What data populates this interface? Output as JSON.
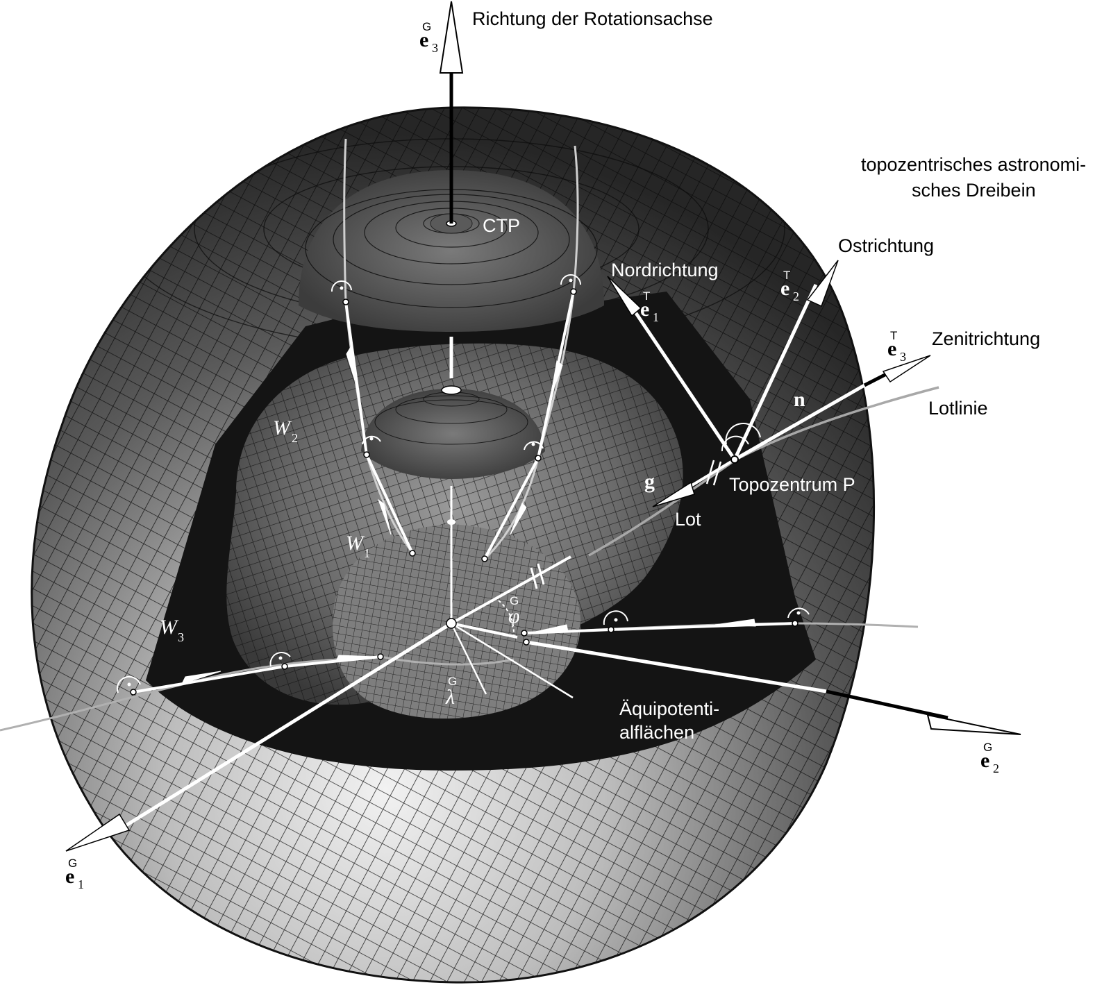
{
  "labels": {
    "rotation_axis": "Richtung der Rotationsachse",
    "ctp": "CTP",
    "triad_line1": "topozentrisches astronomi-",
    "triad_line2": "sches Dreibein",
    "east": "Ostrichtung",
    "north": "Nordrichtung",
    "zenith": "Zenitrichtung",
    "plumb_line": "Lotlinie",
    "topocenter": "Topozentrum P",
    "plumb": "Lot",
    "equipotential_line1": "Äquipotenti-",
    "equipotential_line2": "alflächen"
  },
  "vectors": {
    "n": "n",
    "g": "g"
  },
  "surfaces": {
    "w1": {
      "letter": "W",
      "index": "1"
    },
    "w2": {
      "letter": "W",
      "index": "2"
    },
    "w3": {
      "letter": "W",
      "index": "3"
    }
  },
  "axes": {
    "ge1": {
      "sup": "G",
      "letter": "e",
      "sub": "1"
    },
    "ge2": {
      "sup": "G",
      "letter": "e",
      "sub": "2"
    },
    "ge3": {
      "sup": "G",
      "letter": "e",
      "sub": "3"
    },
    "te1": {
      "sup": "T",
      "letter": "e",
      "sub": "1"
    },
    "te2": {
      "sup": "T",
      "letter": "e",
      "sub": "2"
    },
    "te3": {
      "sup": "T",
      "letter": "e",
      "sub": "3"
    }
  },
  "angles": {
    "phi": {
      "sup": "G",
      "symbol": "φ"
    },
    "lambda": {
      "sup": "G",
      "symbol": "λ"
    }
  },
  "colors": {
    "outer_surface_dark": "#2a2a2a",
    "outer_surface_light": "#d8d8d8",
    "cutaway_interior": "#141414",
    "inner_surface": "#6e6e6e",
    "mesh_line": "#0c0c0c",
    "vector_white": "#ffffff",
    "plumb_line_gray": "#a8a8a8"
  }
}
